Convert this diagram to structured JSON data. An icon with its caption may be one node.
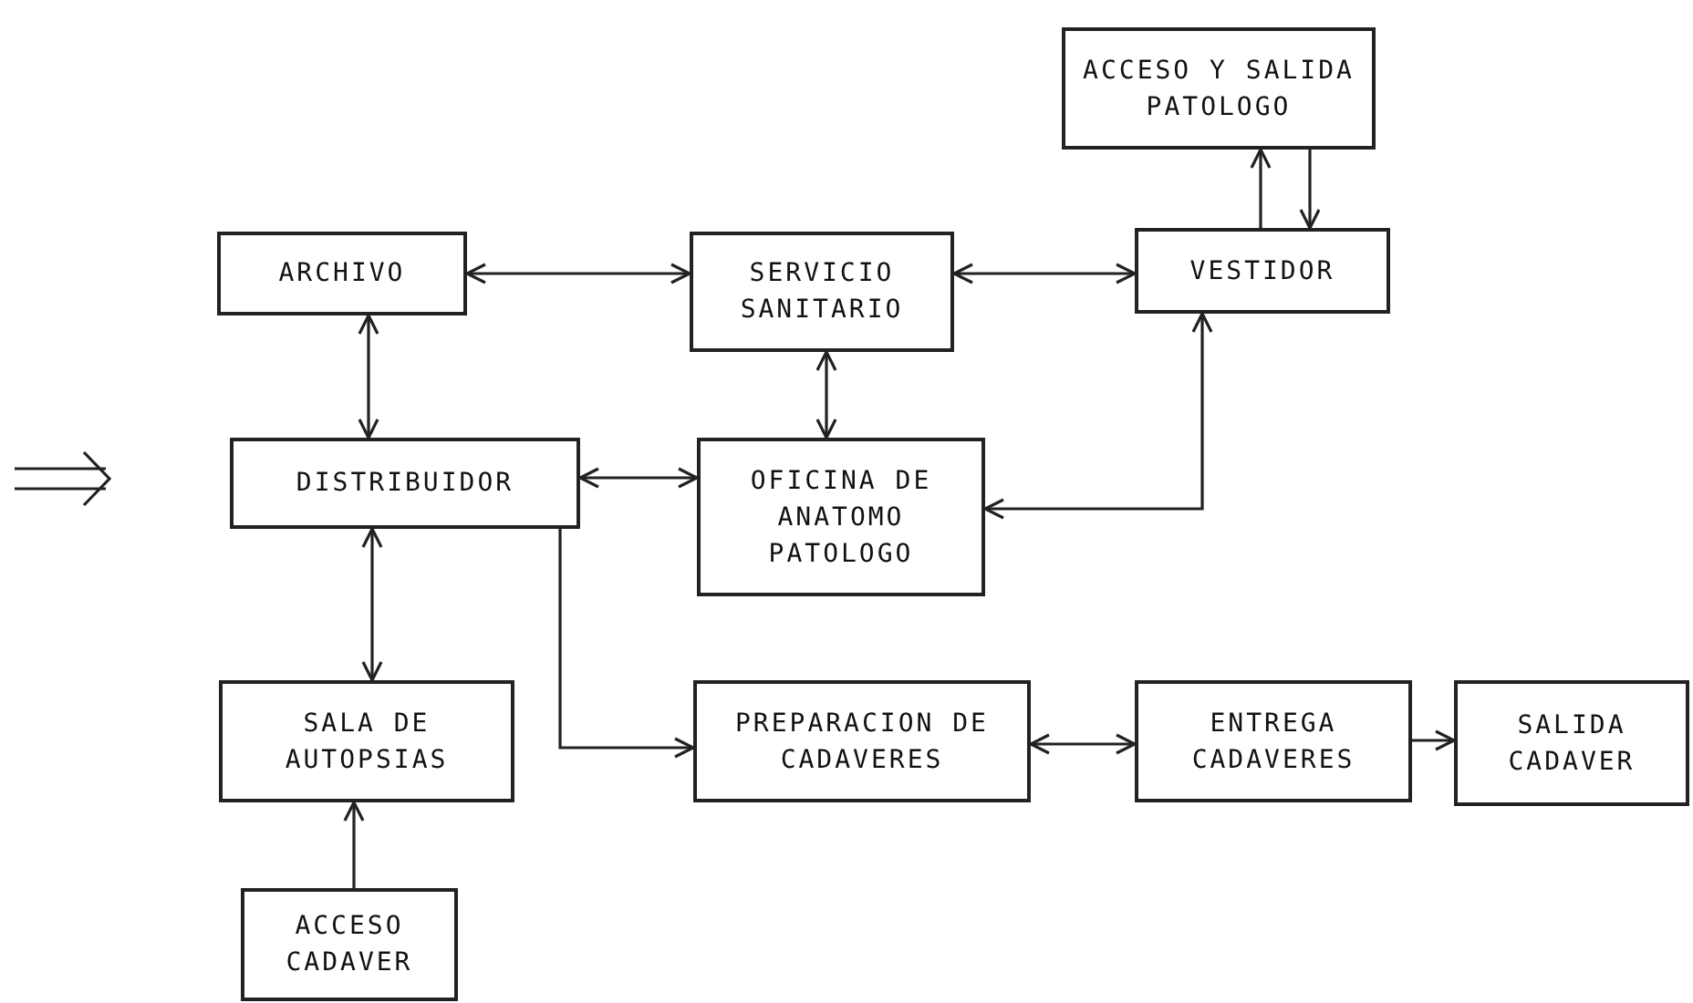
{
  "diagram": {
    "nodes": [
      {
        "text": [
          "ACCESO Y SALIDA PATOLOGO"
        ]
      },
      {
        "text": [
          "ARCHIVO"
        ]
      },
      {
        "text": [
          "SERVICIO SANITARIO"
        ]
      },
      {
        "text": [
          "VESTIDOR"
        ]
      },
      {
        "text": [
          "DISTRIBUIDOR"
        ]
      },
      {
        "text": [
          "OFICINA DE ANATOMO PATOLOGO"
        ]
      },
      {
        "text": [
          "SALA DE AUTOPSIAS"
        ]
      },
      {
        "text": [
          "PREPARACION DE CADAVERES"
        ]
      },
      {
        "text": [
          "ENTREGA CADAVERES"
        ]
      },
      {
        "text": [
          "SALIDA CADAVER"
        ]
      },
      {
        "text": [
          "ACCESO CADAVER"
        ]
      }
    ],
    "edges": [
      {
        "from": 1,
        "to": 2,
        "arrow": "both"
      },
      {
        "from": 2,
        "to": 3,
        "arrow": "both"
      },
      {
        "from": 3,
        "to": 0,
        "arrow": "to"
      },
      {
        "from": 0,
        "to": 3,
        "arrow": "to"
      },
      {
        "from": 1,
        "to": 4,
        "arrow": "both"
      },
      {
        "from": 2,
        "to": 5,
        "arrow": "both"
      },
      {
        "from": 4,
        "to": 5,
        "arrow": "both"
      },
      {
        "from": 3,
        "to": 5,
        "arrow": "both"
      },
      {
        "from": 4,
        "to": 6,
        "arrow": "both"
      },
      {
        "from": 4,
        "to": 7,
        "arrow": "to"
      },
      {
        "from": 7,
        "to": 8,
        "arrow": "both"
      },
      {
        "from": 8,
        "to": 9,
        "arrow": "to"
      },
      {
        "from": 10,
        "to": 6,
        "arrow": "to"
      }
    ]
  }
}
